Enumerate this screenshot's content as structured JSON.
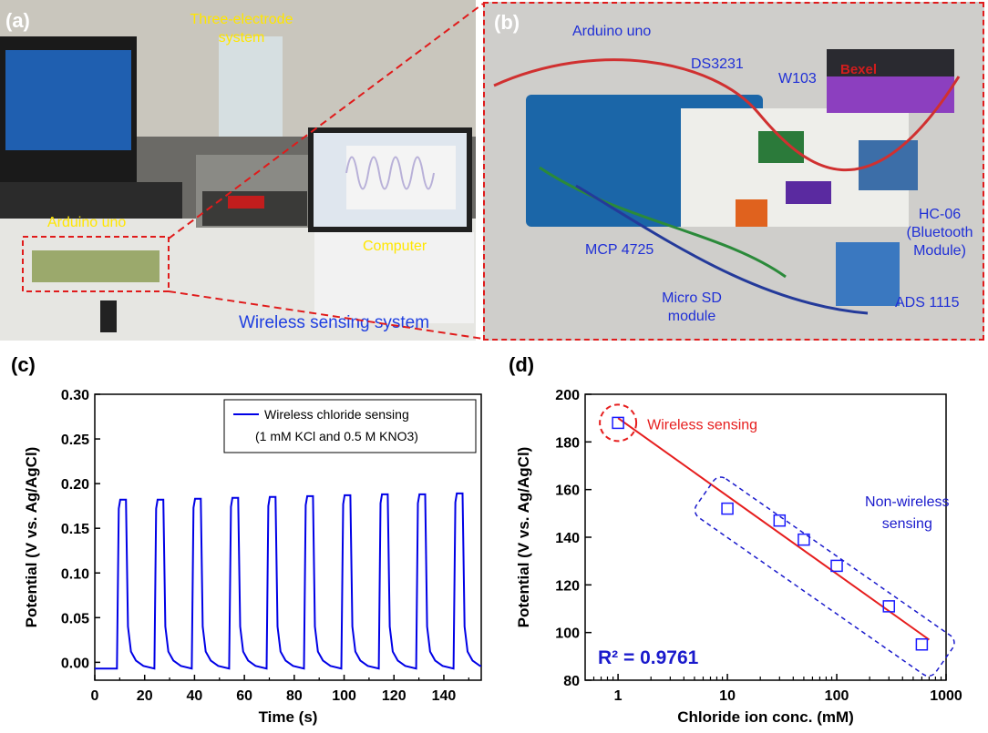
{
  "panels": {
    "a": {
      "label": "(a)",
      "annotations": {
        "three_electrode": "Three-electrode system",
        "arduino": "Arduino uno",
        "computer": "Computer",
        "wireless": "Wireless sensing system"
      }
    },
    "b": {
      "label": "(b)",
      "annotations": {
        "arduino": "Arduino uno",
        "ds3231": "DS3231",
        "w103": "W103",
        "hc06": "HC-06 (Bluetooth Module)",
        "mcp": "MCP 4725",
        "microsd": "Micro SD module",
        "ads": "ADS 1115",
        "battery_brand": "Bexel"
      }
    },
    "c": {
      "label": "(c)"
    },
    "d": {
      "label": "(d)"
    }
  },
  "chart_data": [
    {
      "type": "line",
      "panel": "c",
      "xlabel": "Time (s)",
      "ylabel": "Potential (V vs. Ag/AgCl)",
      "xlim": [
        0,
        155
      ],
      "ylim": [
        -0.02,
        0.3
      ],
      "xticks": [
        0,
        20,
        40,
        60,
        80,
        100,
        120,
        140
      ],
      "yticks": [
        "0.00",
        "0.05",
        "0.10",
        "0.15",
        "0.20",
        "0.25",
        "0.30"
      ],
      "legend": "top-right",
      "series": [
        {
          "name": "Wireless chloride sensing",
          "name_line2": "(1 mM KCl and 0.5 M KNO3)",
          "color": "#0000e6",
          "baseline": -0.007,
          "pulse_starts": [
            9,
            24,
            39,
            54,
            69,
            84,
            99,
            114,
            129,
            144
          ],
          "pulse_peaks": [
            0.182,
            0.182,
            0.183,
            0.184,
            0.185,
            0.186,
            0.187,
            0.188,
            0.188,
            0.189
          ],
          "pulse_width": 3.5
        }
      ]
    },
    {
      "type": "scatter",
      "panel": "d",
      "xscale": "log",
      "xlabel": "Chloride ion conc. (mM)",
      "ylabel": "Potential (V vs. Ag/AgCl)",
      "xlim": [
        0.5,
        1000
      ],
      "ylim": [
        80,
        200
      ],
      "xticks": [
        1,
        10,
        100,
        1000
      ],
      "xtick_labels": [
        "1",
        "10",
        "100",
        "1000"
      ],
      "yticks": [
        80,
        100,
        120,
        140,
        160,
        180,
        200
      ],
      "points": [
        {
          "x": 1,
          "y": 188
        },
        {
          "x": 10,
          "y": 152
        },
        {
          "x": 30,
          "y": 147
        },
        {
          "x": 50,
          "y": 139
        },
        {
          "x": 100,
          "y": 128
        },
        {
          "x": 300,
          "y": 111
        },
        {
          "x": 600,
          "y": 95
        }
      ],
      "fit": {
        "x1": 1,
        "y1": 190,
        "x2": 700,
        "y2": 97,
        "color": "#e61e1e"
      },
      "r2_label": "R² = 0.9761",
      "annotations": {
        "wireless": "Wireless sensing",
        "nonwireless_1": "Non-wireless",
        "nonwireless_2": "sensing"
      },
      "colors": {
        "points": "#1a1aff",
        "wireless_text": "#e61e1e",
        "nonwireless_text": "#1a1acc"
      }
    }
  ]
}
